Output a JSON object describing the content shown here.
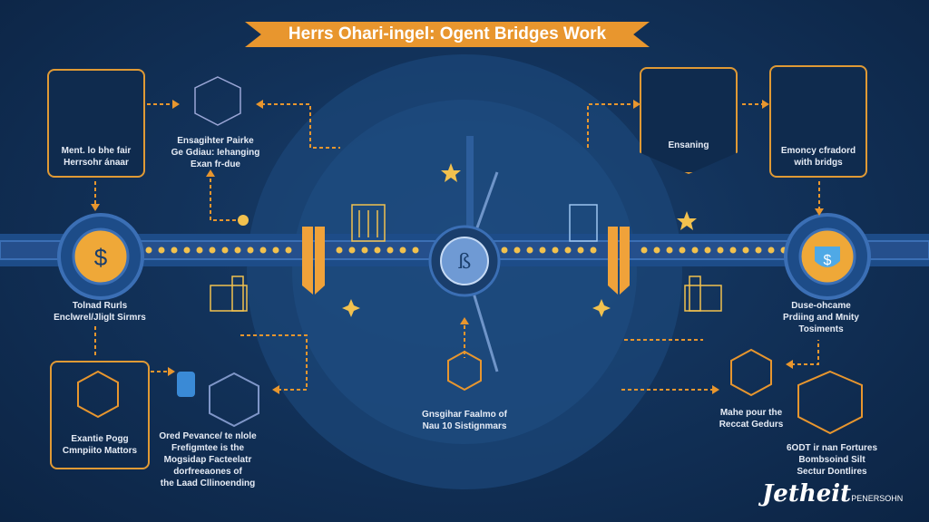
{
  "title": "Herrs Ohari-ingel: Ogent Bridges Work",
  "steps": {
    "top_left_box": [
      "Ment. lo bhe fair",
      "Herrsohr ánaar"
    ],
    "top_left_node": [
      "Ensagihter Pairke",
      "Ge Gdiau: Iehanging",
      "Exan fr-due"
    ],
    "top_right_shield": [
      "Ensaning"
    ],
    "top_right_box": [
      "Emoncy cfradord",
      "with bridgs"
    ],
    "left_hub": [
      "Tolnad Rurls",
      "Enclwrel/Jliglt Sirmrs"
    ],
    "right_hub": [
      "Duse-ohcame",
      "Prdiing and Mnity",
      "Tosiments"
    ],
    "bottom_left_box": [
      "Exantie Pogg",
      "Cmnpiito Mattors"
    ],
    "bottom_left_node": [
      "Ored Pevance/ te nlole",
      "Frefigmtee is the",
      "Mogsidap Facteelatr",
      "dorfreeaones of",
      "the Laad Cllinoending"
    ],
    "bottom_center": [
      "Gnsgihar Faalmo of",
      "Nau 10 Sistignmars"
    ],
    "bottom_right_node": [
      "Mahe pour the",
      "Reccat Gedurs"
    ],
    "bottom_right_cube": [
      "6ODT ir nan Fortures",
      "Bombsoind Silt",
      "Sectur Dontlires"
    ]
  },
  "logo": {
    "script": "Jetheit",
    "sub": "PENERSOHN"
  },
  "colors": {
    "accent": "#e8962e",
    "cyan": "#4fc3f0",
    "bg": "#12325a"
  }
}
